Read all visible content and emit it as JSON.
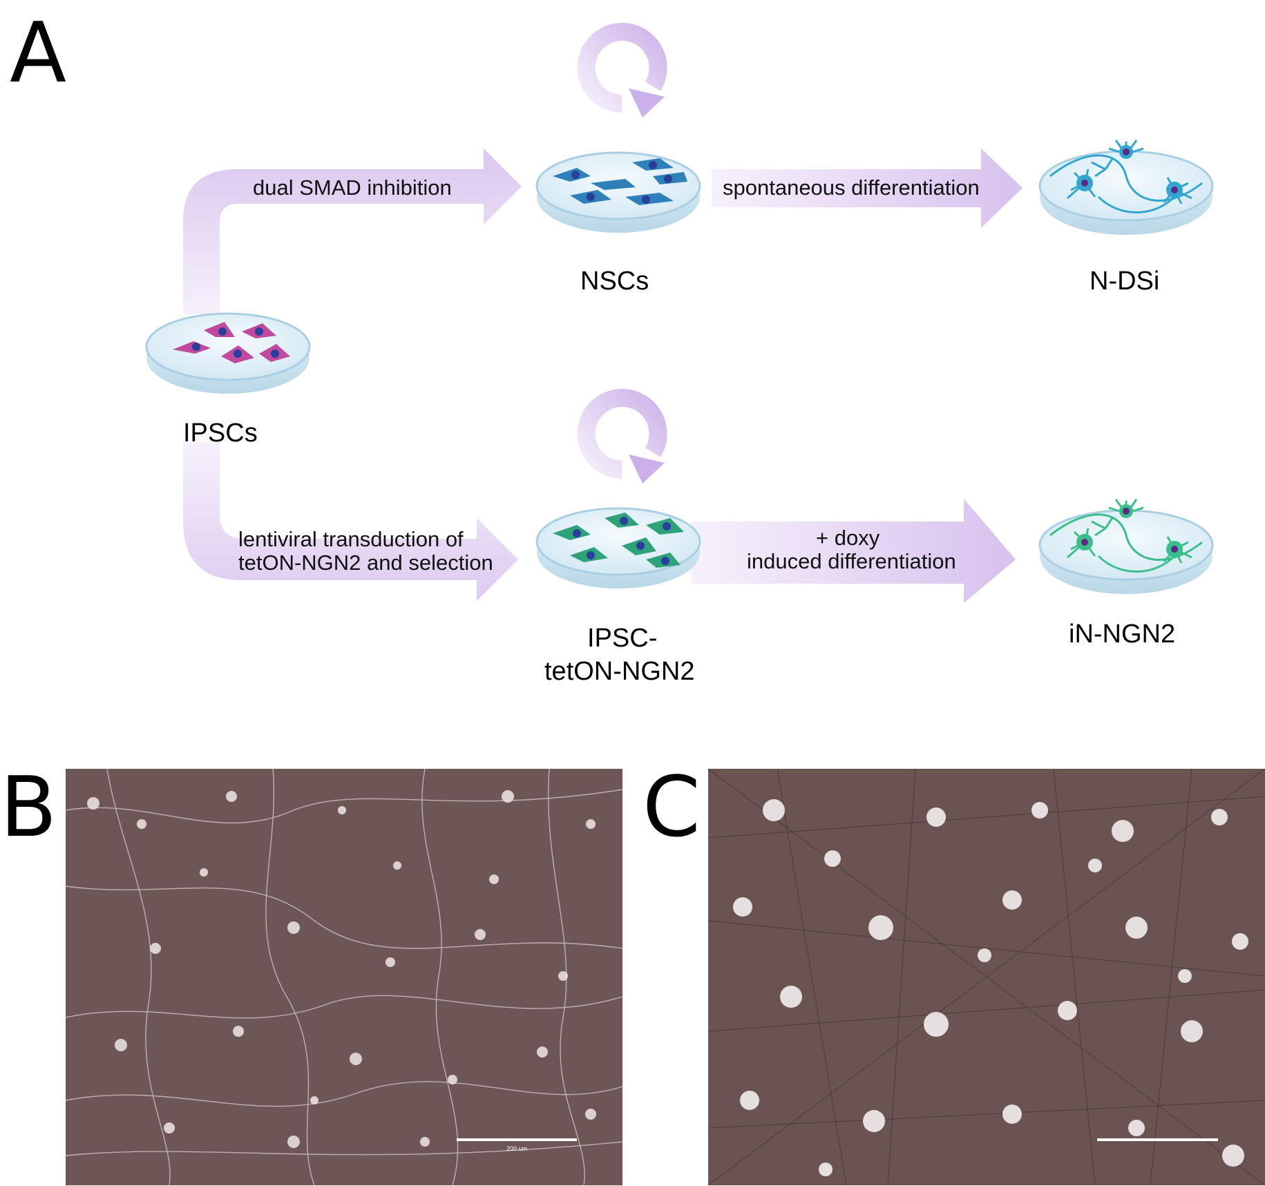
{
  "panels": {
    "a": "A",
    "b": "B",
    "c": "C"
  },
  "steps": {
    "smad": "dual SMAD inhibition",
    "spontaneous": "spontaneous differentiation",
    "lenti_line1": "lentiviral transduction of",
    "lenti_line2": "tetON-NGN2 and selection",
    "doxy_line1": "+ doxy",
    "doxy_line2": "induced differentiation"
  },
  "cells": {
    "ipscs": "IPSCs",
    "nscs": "NSCs",
    "ndsi": "N-DSi",
    "ipsc_tet_line1": "IPSC-",
    "ipsc_tet_line2": "tetON-NGN2",
    "in_ngn2": "iN-NGN2"
  },
  "micrographs": {
    "b_scalebar": "200 um"
  },
  "colors": {
    "arrow": "#dcc8ef",
    "ipsc_cells": "#c04a9e",
    "nsc_cells": "#2f7fb8",
    "ngn2_cells": "#2fa27a",
    "neuron_blue": "#33a6cf",
    "neuron_green": "#3bbf8a",
    "micro_bg": "#6f5656"
  },
  "icons": [
    "self-renewal-arrow-icon",
    "culture-dish-icon",
    "neuron-network-icon"
  ]
}
